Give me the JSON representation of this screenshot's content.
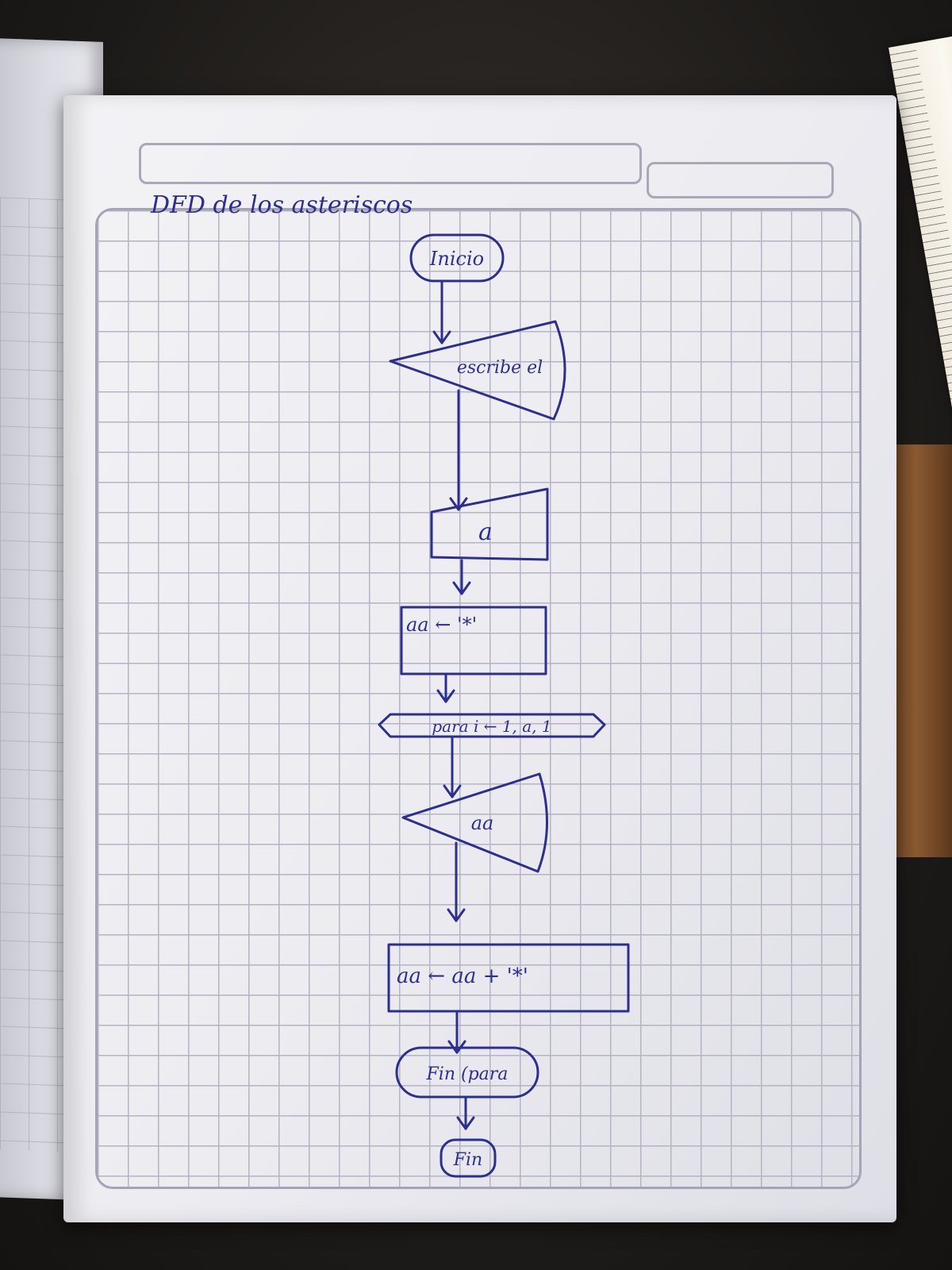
{
  "diagram": {
    "title": "DFD de los asteriscos",
    "nodes": [
      {
        "id": "start",
        "shape": "terminal",
        "label": "Inicio"
      },
      {
        "id": "write1",
        "shape": "display",
        "label": "escribe el"
      },
      {
        "id": "input",
        "shape": "manual-input",
        "label": "a"
      },
      {
        "id": "assign1",
        "shape": "process",
        "label": "aa ← '*'"
      },
      {
        "id": "loop",
        "shape": "loop",
        "label": "para i ← 1, a, 1"
      },
      {
        "id": "write2",
        "shape": "display",
        "label": "aa"
      },
      {
        "id": "assign2",
        "shape": "process",
        "label": "aa ← aa + '*'"
      },
      {
        "id": "endloop",
        "shape": "terminal",
        "label": "Fin (para"
      },
      {
        "id": "end",
        "shape": "terminal",
        "label": "Fin"
      }
    ],
    "edges": [
      [
        "start",
        "write1"
      ],
      [
        "write1",
        "input"
      ],
      [
        "input",
        "assign1"
      ],
      [
        "assign1",
        "loop"
      ],
      [
        "loop",
        "write2"
      ],
      [
        "write2",
        "assign2"
      ],
      [
        "assign2",
        "endloop"
      ],
      [
        "endloop",
        "end"
      ]
    ]
  },
  "colors": {
    "ink": "#2c2f8f",
    "paper": "#ececf1",
    "grid": "#b4b4c4"
  }
}
